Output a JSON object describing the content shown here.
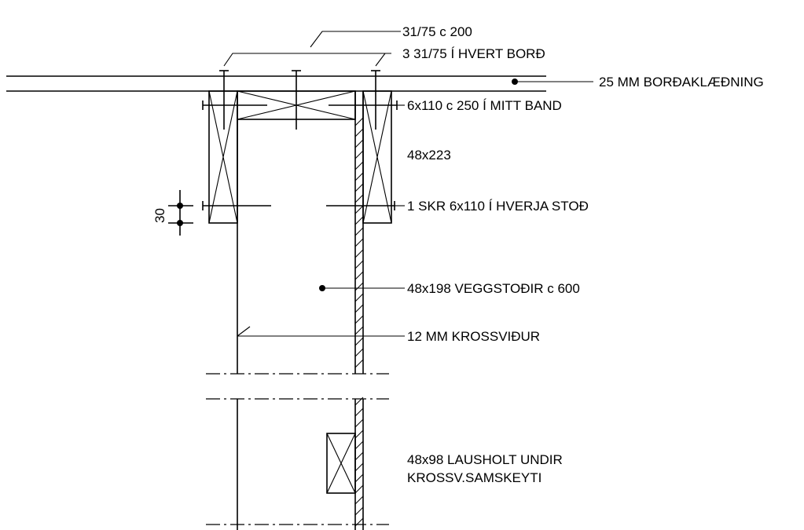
{
  "labels": {
    "nails_c200": "31/75 c 200",
    "nails_per_board": "3 31/75 Í HVERT BORÐ",
    "board_cladding": "25 MM BORÐAKLÆÐNING",
    "bolts_mid_band": "6x110 c 250 Í MITT BAND",
    "beam_48x223": "48x223",
    "screw_per_stud": "1 SKR 6x110 Í HVERJA STOÐ",
    "dimension_30": "30",
    "wall_studs": "48x198 VEGGSTOÐIR c 600",
    "plywood": "12 MM KROSSVIÐUR",
    "blocking_line1": "48x98 LAUSHOLT UNDIR",
    "blocking_line2": "KROSSV.SAMSKEYTI"
  }
}
